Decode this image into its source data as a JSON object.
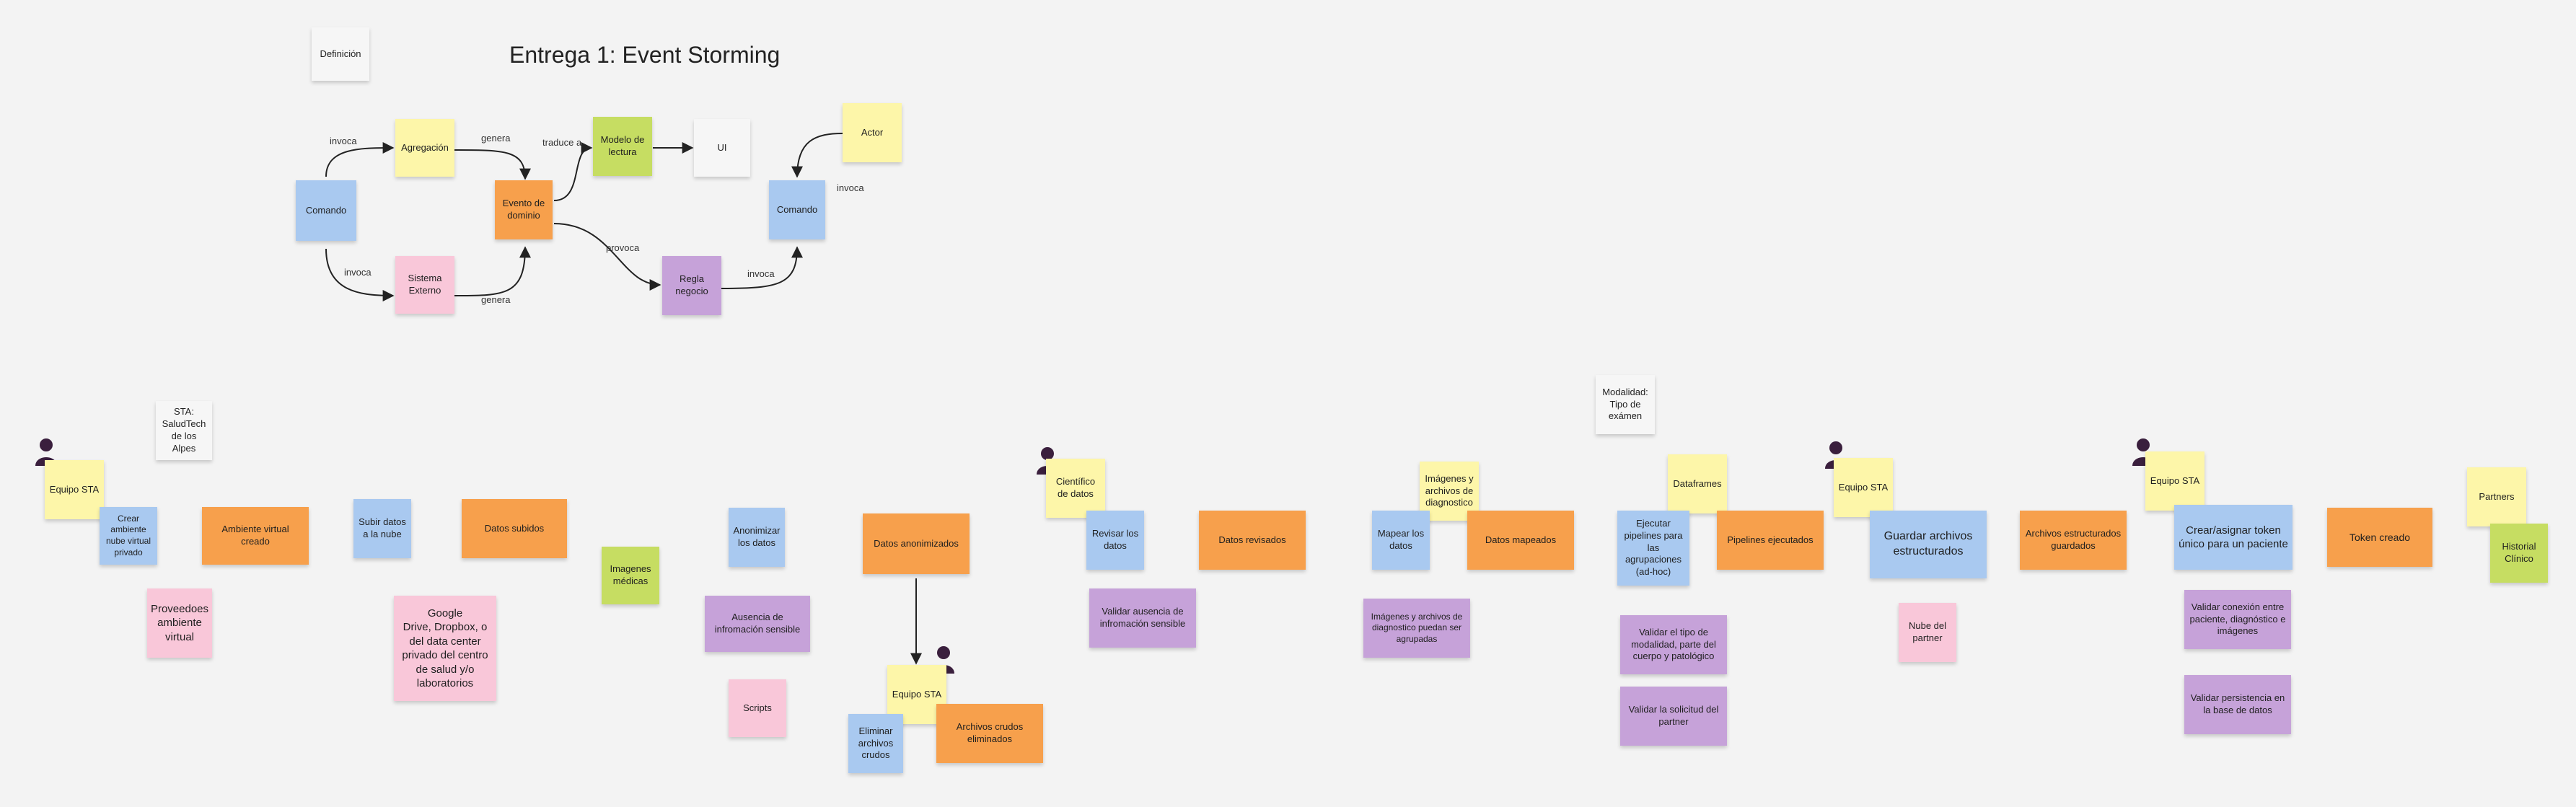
{
  "title": "Entrega 1: Event Storming",
  "definition": "Definición",
  "legend": {
    "agregacion": "Agregación",
    "comando1": "Comando",
    "sistema_externo": "Sistema\nExterno",
    "evento": "Evento de\ndominio",
    "modelo_lectura": "Modelo de\nlectura",
    "ui": "UI",
    "actor": "Actor",
    "comando2": "Comando",
    "regla": "Regla\nnegocio",
    "invoca": "invoca",
    "genera": "genera",
    "traduce": "traduce a",
    "provoca": "provoca"
  },
  "notes": {
    "sta": "STA:\nSaludTech\nde los\nAlpes",
    "equipo_sta_1": "Equipo STA",
    "crear_ambiente": "Crear\nambiente\nnube virtual\nprivado",
    "ambiente_creado": "Ambiente virtual\ncreado",
    "proveedores": "Proveedoes\nambiente\nvirtual",
    "subir_datos": "Subir datos\na la nube",
    "datos_subidos": "Datos subidos",
    "google": "Google\nDrive, Dropbox, o\ndel data center\nprivado del centro\nde salud y/o\nlaboratorios",
    "imagenes_medicas": "Imagenes\nmédicas",
    "anonimizar": "Anonimizar\nlos datos",
    "datos_anonimizados": "Datos anonimizados",
    "ausencia": "Ausencia de\ninfromación sensible",
    "scripts": "Scripts",
    "equipo_sta_2": "Equipo STA",
    "eliminar": "Eliminar\narchivos\ncrudos",
    "crudos_eliminados": "Archivos crudos\neliminados",
    "cientifico": "Científico\nde datos",
    "revisar": "Revisar los\ndatos",
    "datos_revisados": "Datos revisados",
    "validar_ausencia": "Validar ausencia de\ninfromación sensible",
    "imagenes_archivos": "Imágenes y\narchivos de\ndiagnostico",
    "mapear": "Mapear los\ndatos",
    "datos_mapeados": "Datos mapeados",
    "agrupadas": "Imágenes y archivos de\ndiagnostico puedan ser\nagrupadas",
    "modalidad": "Modalidad:\nTipo de\nexámen",
    "dataframes": "Dataframes",
    "ejecutar": "Ejecutar\npipelines para\nlas\nagrupaciones\n(ad-hoc)",
    "pipelines_ejecutados": "Pipelines ejecutados",
    "validar_tipo": "Validar el tipo de\nmodalidad, parte del\ncuerpo y patológico",
    "validar_solicitud": "Validar la solicitud del\npartner",
    "equipo_sta_3": "Equipo STA",
    "guardar": "Guardar archivos\nestructurados",
    "estructurados_guardados": "Archivos estructurados\nguardados",
    "nube_partner": "Nube del\npartner",
    "equipo_sta_4": "Equipo STA",
    "crear_token": "Crear/asignar token\núnico para un paciente",
    "token_creado": "Token creado",
    "validar_conexion": "Validar conexión entre\npaciente, diagnóstico e\nimágenes",
    "validar_persistencia": "Validar persistencia en\nla base de datos",
    "partners": "Partners",
    "historial": "Historial\nClínico"
  },
  "colors": {
    "blue": "#a9c9f0",
    "orange": "#f7a04c",
    "yellow": "#fdf6a9",
    "green": "#c6dd62",
    "pink": "#f9c7d9",
    "purple": "#c6a2d9",
    "actor_icon": "#3a1f3d"
  }
}
